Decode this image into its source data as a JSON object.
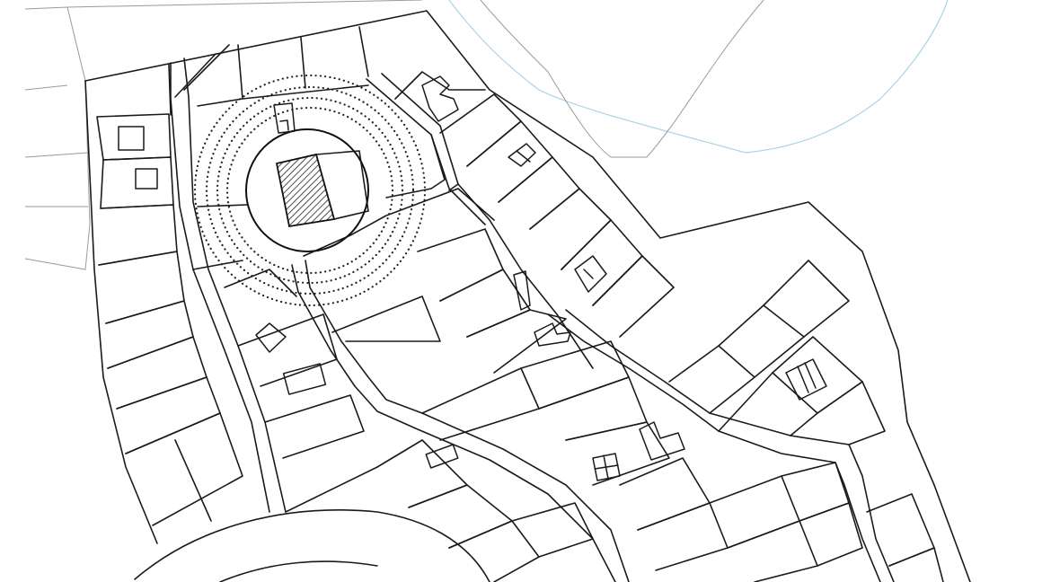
{
  "map": {
    "background": "#ffffff",
    "line_color": "#1a1a1a",
    "water_color": "#a8d4e6",
    "faint_color": "#9a9a9a",
    "highlight": {
      "fill": "hatched",
      "buffer_rings": 4,
      "ring_style": "dotted"
    }
  }
}
